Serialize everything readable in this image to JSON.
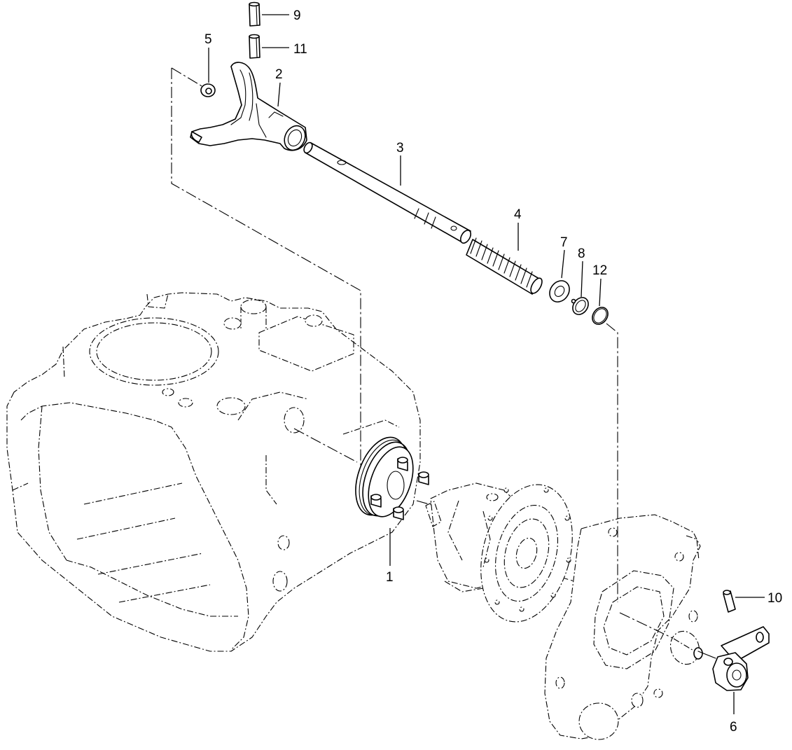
{
  "diagram": {
    "callouts": [
      {
        "id": "callout-1",
        "label": "1",
        "part": "hub-coupling"
      },
      {
        "id": "callout-2",
        "label": "2",
        "part": "shift-fork"
      },
      {
        "id": "callout-3",
        "label": "3",
        "part": "shift-rod"
      },
      {
        "id": "callout-4",
        "label": "4",
        "part": "spring"
      },
      {
        "id": "callout-5",
        "label": "5",
        "part": "washer"
      },
      {
        "id": "callout-6",
        "label": "6",
        "part": "shift-arm"
      },
      {
        "id": "callout-7",
        "label": "7",
        "part": "washer"
      },
      {
        "id": "callout-8",
        "label": "8",
        "part": "snap-ring"
      },
      {
        "id": "callout-9",
        "label": "9",
        "part": "pin"
      },
      {
        "id": "callout-10",
        "label": "10",
        "part": "pin"
      },
      {
        "id": "callout-11",
        "label": "11",
        "part": "pin"
      },
      {
        "id": "callout-12",
        "label": "12",
        "part": "o-ring"
      }
    ]
  },
  "colors": {
    "line": "#000000",
    "background": "#ffffff"
  }
}
